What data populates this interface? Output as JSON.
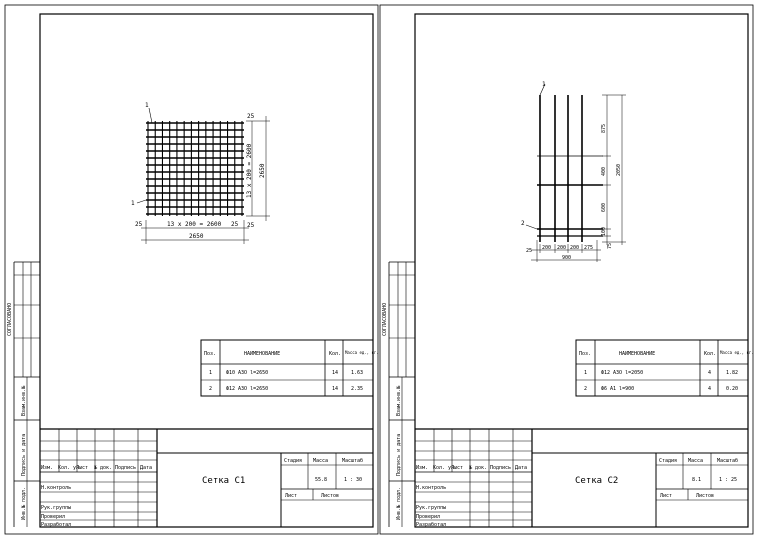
{
  "sheets": [
    {
      "title": "Сетка С1",
      "side_labels": {
        "agreed": "СОГЛАСОВАНО",
        "inv_replace": "Взам.инв.№",
        "sign_date": "Подпись и дата",
        "inv_orig": "Инв.№ подл."
      },
      "drawing": {
        "pos_label_top": "1",
        "pos_label_left": "1",
        "dim_top_right": "25",
        "dim_right_span": "13 x 200 = 2600",
        "dim_right_total": "2650",
        "dim_bottom_right": "25",
        "dim_left_offset": "25",
        "dim_bottom_span": "13 x 200 = 2600",
        "dim_bottom_end": "25",
        "dim_bottom_total": "2650"
      },
      "spec": {
        "headers": [
          "Поз.",
          "НАИМЕНОВАНИЕ",
          "Кол.",
          "Масса ед., кг."
        ],
        "rows": [
          [
            "1",
            "Ф10 А3О  l=2650",
            "14",
            "1.63"
          ],
          [
            "2",
            "Ф12 А3О  l=2650",
            "14",
            "2.35"
          ]
        ]
      },
      "stamp": {
        "col_headers": [
          "Изм.",
          "Кол. уч.",
          "Лист",
          "№ док.",
          "Подпись",
          "Дата"
        ],
        "roles": [
          "Н.контроль",
          "Рук.группы",
          "Проверил",
          "Разработал"
        ],
        "stage_label": "Стадия",
        "mass_label": "Масса",
        "scale_label": "Масштаб",
        "mass": "55.8",
        "scale": "1 : 30",
        "sheet_label": "Лист",
        "sheets_label": "Листов"
      }
    },
    {
      "title": "Сетка С2",
      "side_labels": {
        "agreed": "СОГЛАСОВАНО",
        "inv_replace": "Взам.инв.№",
        "sign_date": "Подпись и дата",
        "inv_orig": "Инв.№ подл."
      },
      "drawing": {
        "pos_label_top": "1",
        "pos_label_left": "2",
        "dims_vertical": [
          "875",
          "400",
          "600",
          "100",
          "75"
        ],
        "dim_vertical_total": "2050",
        "dims_horizontal": [
          "25",
          "200",
          "200",
          "200",
          "275"
        ],
        "dim_horizontal_total": "900"
      },
      "spec": {
        "headers": [
          "Поз.",
          "НАИМЕНОВАНИЕ",
          "Кол.",
          "Масса ед., кг."
        ],
        "rows": [
          [
            "1",
            "Ф12 А3О  l=2050",
            "4",
            "1.82"
          ],
          [
            "2",
            "Ф6 А1  l=900",
            "4",
            "0.20"
          ]
        ]
      },
      "stamp": {
        "col_headers": [
          "Изм.",
          "Кол. уч.",
          "Лист",
          "№ док.",
          "Подпись",
          "Дата"
        ],
        "roles": [
          "Н.контроль",
          "Рук.группы",
          "Проверил",
          "Разработал"
        ],
        "stage_label": "Стадия",
        "mass_label": "Масса",
        "scale_label": "Масштаб",
        "mass": "8.1",
        "scale": "1 : 25",
        "sheet_label": "Лист",
        "sheets_label": "Листов"
      }
    }
  ]
}
